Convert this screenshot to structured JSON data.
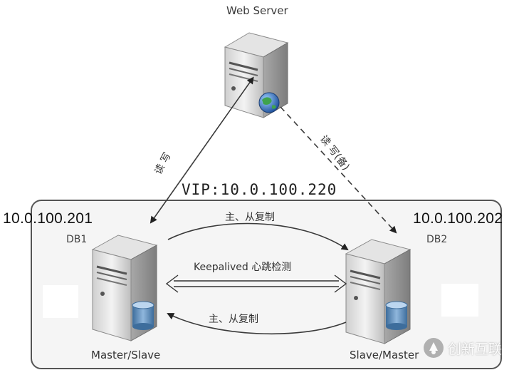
{
  "web_server": {
    "title": "Web Server"
  },
  "db1": {
    "ip": "10.0.100.201",
    "name": "DB1",
    "role": "Master/Slave"
  },
  "db2": {
    "ip": "10.0.100.202",
    "name": "DB2",
    "role": "Slave/Master"
  },
  "vip": "VIP:10.0.100.220",
  "links": {
    "read_write_left": "读 写",
    "read_write_right": "读 写(备)",
    "replication_top": "主、从复制",
    "replication_bottom": "主、从复制",
    "heartbeat": "Keepalived 心跳检测"
  },
  "watermark": {
    "text": "创新互联"
  },
  "colors": {
    "line": "#3a3a3a",
    "server_light": "#e9e9e9",
    "server_dark": "#9a9a9a",
    "db_blue": "#4c7fb0"
  }
}
